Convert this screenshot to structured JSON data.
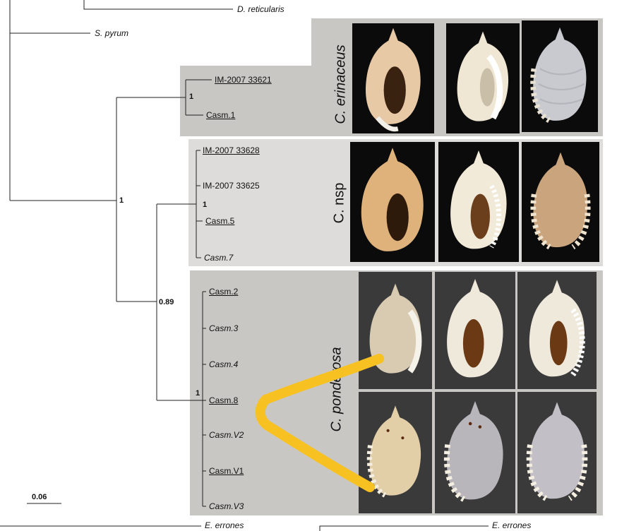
{
  "taxa": {
    "top_reticularis": "D. reticularis",
    "s_pyrum": "S. pyrum",
    "erinaceus_1": "IM-2007 33621",
    "erinaceus_2": "Casm.1",
    "nsp_1": "IM-2007 33628",
    "nsp_2": "IM-2007 33625",
    "nsp_3": "Casm.5",
    "nsp_4": "Casm.7",
    "pon_1": "Casm.2",
    "pon_2": "Casm.3",
    "pon_3": "Casm.4",
    "pon_4": "Casm.8",
    "pon_5": "Casm.V2",
    "pon_6": "Casm.V1",
    "pon_7": "Casm.V3",
    "bottom_left": "E. errones",
    "bottom_right": "E. errones"
  },
  "support": {
    "erinaceus": "1",
    "nsp": "1",
    "main": "1",
    "ponderosa_group": "0.89",
    "ponderosa": "1"
  },
  "clades": {
    "erinaceus": "C. erinaceus",
    "nsp": "C. nsp",
    "ponderosa": "C. ponderosa"
  },
  "scale_bar": "0.06",
  "colors": {
    "box_dark": "#c9c7c3",
    "box_light": "#dddcda",
    "highlight_stroke": "#f7c221"
  }
}
